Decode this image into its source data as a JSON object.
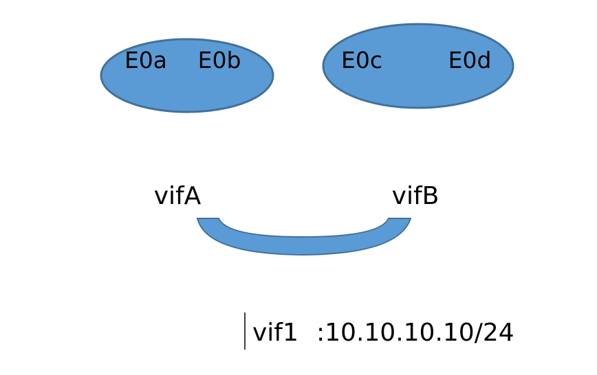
{
  "diagram": {
    "groups": [
      {
        "ports": [
          "E0a",
          "E0b"
        ]
      },
      {
        "ports": [
          "E0c",
          "E0d"
        ]
      }
    ],
    "vifs": {
      "left": "vifA",
      "right": "vifB"
    },
    "address": {
      "name": "vif1",
      "value": ":10.10.10.10/24"
    }
  },
  "colors": {
    "fill": "#5b9bd5",
    "stroke": "#41719c",
    "text": "#000000",
    "background": "#ffffff"
  }
}
